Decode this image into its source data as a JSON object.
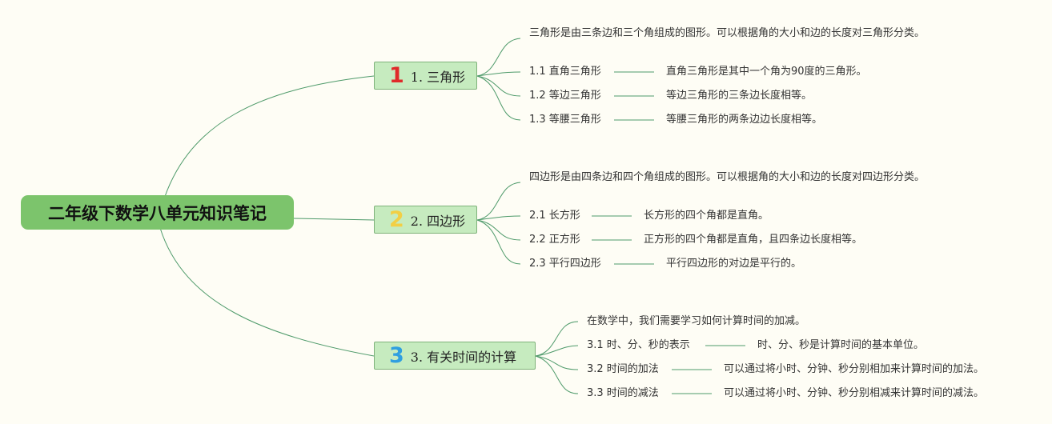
{
  "root": {
    "title": "二年级下数学八单元知识笔记"
  },
  "branches": [
    {
      "badge": "1",
      "badge_color": "#e02a2a",
      "label": "1. 三角形",
      "desc": "三角形是由三条边和三个角组成的图形。可以根据角的大小和边的长度对三角形分类。",
      "subs": [
        {
          "label": "1.1 直角三角形",
          "note": "直角三角形是其中一个角为90度的三角形。"
        },
        {
          "label": "1.2 等边三角形",
          "note": "等边三角形的三条边长度相等。"
        },
        {
          "label": "1.3 等腰三角形",
          "note": "等腰三角形的两条边边长度相等。"
        }
      ]
    },
    {
      "badge": "2",
      "badge_color": "#f2cf45",
      "label": "2. 四边形",
      "desc": "四边形是由四条边和四个角组成的图形。可以根据角的大小和边的长度对四边形分类。",
      "subs": [
        {
          "label": "2.1 长方形",
          "note": "长方形的四个角都是直角。"
        },
        {
          "label": "2.2 正方形",
          "note": "正方形的四个角都是直角，且四条边长度相等。"
        },
        {
          "label": "2.3 平行四边形",
          "note": "平行四边形的对边是平行的。"
        }
      ]
    },
    {
      "badge": "3",
      "badge_color": "#2f9fe0",
      "label": "3. 有关时间的计算",
      "desc": "在数学中，我们需要学习如何计算时间的加减。",
      "subs": [
        {
          "label": "3.1 时、分、秒的表示",
          "note": "时、分、秒是计算时间的基本单位。"
        },
        {
          "label": "3.2 时间的加法",
          "note": "可以通过将小时、分钟、秒分别相加来计算时间的加法。"
        },
        {
          "label": "3.3 时间的减法",
          "note": "可以通过将小时、分钟、秒分别相减来计算时间的减法。"
        }
      ]
    }
  ]
}
